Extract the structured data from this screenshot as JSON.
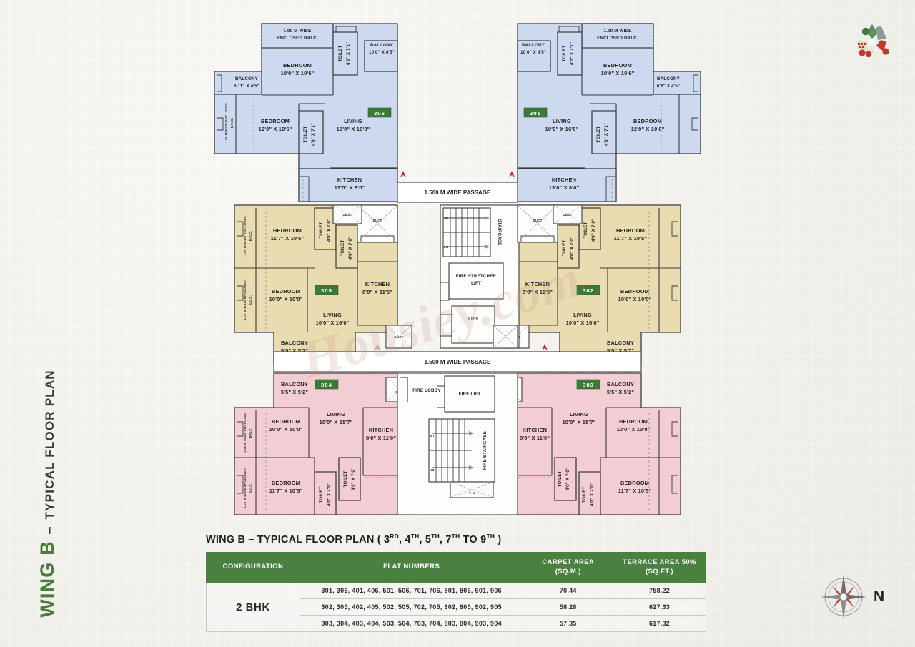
{
  "page": {
    "side_title_main": "WING B",
    "side_title_dash": "–",
    "side_title_sub": "TYPICAL FLOOR PLAN",
    "watermark": "Housiey.com",
    "compass_label": "N",
    "compass_name": "compass-rose"
  },
  "colors": {
    "green_accent": "#4a8040",
    "unit_blue": "#ccd9ef",
    "unit_beige": "#e8dcb0",
    "unit_pink": "#f2cdd4",
    "wall": "#3b3b3b",
    "paper": "#f2f1ec",
    "badge_green": "#3c7a36",
    "arrow_red": "#c22b2b"
  },
  "table": {
    "title": "WING B – TYPICAL FLOOR PLAN ( 3RD, 4TH, 5TH, 7TH TO 9TH )",
    "title_parts": {
      "lead": "WING B – TYPICAL FLOOR PLAN ( 3",
      "s1": "RD",
      "t1": ", 4",
      "s2": "TH",
      "t2": ", 5",
      "s3": "TH",
      "t3": ", 7",
      "s4": "TH",
      "t4": " TO 9",
      "s5": "TH",
      "tail": " )"
    },
    "headers": [
      "CONFIGURATION",
      "FLAT NUMBERS",
      "CARPET AREA (SQ.M.)",
      "TERRACE AREA 50% (SQ.FT.)"
    ],
    "header_lines": {
      "h0": "CONFIGURATION",
      "h1": "FLAT NUMBERS",
      "h2a": "CARPET AREA",
      "h2b": "(SQ.M.)",
      "h3a": "TERRACE AREA 50%",
      "h3b": "(SQ.FT.)"
    },
    "configuration": "2 BHK",
    "rows": [
      {
        "flats": "301, 306, 401, 406, 501, 506, 701, 706, 801, 806, 901, 906",
        "carpet": "70.44",
        "terrace": "758.22"
      },
      {
        "flats": "302, 305, 402, 405, 502, 505, 702, 705, 802, 805, 902, 905",
        "carpet": "58.28",
        "terrace": "627.33"
      },
      {
        "flats": "303, 304, 403, 404, 503, 504, 703, 704, 803, 804, 903, 904",
        "carpet": "57.35",
        "terrace": "617.32"
      }
    ]
  },
  "plan": {
    "passage_top": "1.500 M  WIDE PASSAGE",
    "passage_mid": "1.500 M  WIDE PASSAGE",
    "badges": [
      "306",
      "301",
      "305",
      "302",
      "304",
      "303"
    ],
    "units": {
      "u306": {
        "number": "306",
        "rooms": [
          {
            "name": "enclosed-balcony-top",
            "l1": "1.00 M WIDE",
            "l2": "ENCLOSED BALC."
          },
          {
            "name": "bedroom-top",
            "l1": "BEDROOM",
            "l2": "10'0\" X 10'6\""
          },
          {
            "name": "toilet-top",
            "l1": "TOILET",
            "l2": "4'0\" X 7'1\""
          },
          {
            "name": "balcony-top-right",
            "l1": "BALCONY",
            "l2": "10'0\" X 4'5\""
          },
          {
            "name": "balcony-left",
            "l1": "BALCONY",
            "l2": "6'11\" X 4'5\""
          },
          {
            "name": "enclosed-balcony-left",
            "l1": "1.00 M WIDE ENCLOSED",
            "l2": "BALC."
          },
          {
            "name": "bedroom-left",
            "l1": "BEDROOM",
            "l2": "12'0\" X 10'6\""
          },
          {
            "name": "toilet-left",
            "l1": "TOILET",
            "l2": "4'6\" X 7'1\""
          },
          {
            "name": "living",
            "l1": "LIVING",
            "l2": "10'0\" X 16'0\""
          },
          {
            "name": "kitchen",
            "l1": "KITCHEN",
            "l2": "13'0\" X 8'0\""
          }
        ]
      },
      "u301": {
        "number": "301",
        "rooms": [
          {
            "name": "balcony-top-left",
            "l1": "BALCONY",
            "l2": "10'0\" X 4'5\""
          },
          {
            "name": "toilet-top",
            "l1": "TOILET",
            "l2": "4'0\" X 7'1\""
          },
          {
            "name": "bedroom-top",
            "l1": "BEDROOM",
            "l2": "10'0\" X 10'6\""
          },
          {
            "name": "balcony-right",
            "l1": "BALCONY",
            "l2": "6'6\" X 4'5\""
          },
          {
            "name": "living",
            "l1": "LIVING",
            "l2": "10'0\" X 16'0\""
          },
          {
            "name": "toilet-mid",
            "l1": "TOILET",
            "l2": "4'6\" X 7'1\""
          },
          {
            "name": "bedroom-right",
            "l1": "BEDROOM",
            "l2": "12'0\" X 10'6\""
          },
          {
            "name": "kitchen",
            "l1": "KITCHEN",
            "l2": "13'0\" X 8'0\""
          }
        ]
      },
      "u305": {
        "number": "305",
        "rooms": [
          {
            "name": "enclosed-balcony-upper",
            "l1": "1.00 M WIDE ENCLOSED",
            "l2": "BALC."
          },
          {
            "name": "bedroom-upper",
            "l1": "BEDROOM",
            "l2": "11'7\" X 10'5\""
          },
          {
            "name": "toilet-a",
            "l1": "TOILET",
            "l2": "4'0\" X 7'0\""
          },
          {
            "name": "toilet-b",
            "l1": "TOILET",
            "l2": "4'0\" X 7'0\""
          },
          {
            "name": "enclosed-balcony-lower",
            "l1": "1.00 M WIDE ENCLOSED",
            "l2": "BALC."
          },
          {
            "name": "bedroom-lower",
            "l1": "BEDROOM",
            "l2": "10'0\" X 10'0\""
          },
          {
            "name": "kitchen",
            "l1": "KITCHEN",
            "l2": "8'0\" X 11'5\""
          },
          {
            "name": "living",
            "l1": "LIVING",
            "l2": "10'0\" X 16'0\""
          },
          {
            "name": "balcony",
            "l1": "BALCONY",
            "l2": "5'5\" X 5'7\""
          }
        ]
      },
      "u302": {
        "number": "302",
        "rooms": [
          {
            "name": "toilet-a",
            "l1": "TOILET",
            "l2": "4'0\" X 7'0\""
          },
          {
            "name": "toilet-b",
            "l1": "TOILET",
            "l2": "4'0\" X 7'0\""
          },
          {
            "name": "bedroom-upper",
            "l1": "BEDROOM",
            "l2": "11'7\" X 10'5\""
          },
          {
            "name": "kitchen",
            "l1": "KITCHEN",
            "l2": "8'0\" X 11'5\""
          },
          {
            "name": "bedroom-lower",
            "l1": "BEDROOM",
            "l2": "10'0\" X 10'0\""
          },
          {
            "name": "living",
            "l1": "LIVING",
            "l2": "10'0\" X 16'0\""
          },
          {
            "name": "balcony",
            "l1": "BALCONY",
            "l2": "5'5\" X 5'7\""
          }
        ]
      },
      "u304": {
        "number": "304",
        "rooms": [
          {
            "name": "balcony",
            "l1": "BALCONY",
            "l2": "5'5\" X 5'2\""
          },
          {
            "name": "enclosed-balcony-upper",
            "l1": "1.00 M WIDE ENCLOSED",
            "l2": "BALC."
          },
          {
            "name": "bedroom-upper",
            "l1": "BEDROOM",
            "l2": "10'0\" X 10'0\""
          },
          {
            "name": "living",
            "l1": "LIVING",
            "l2": "10'0\" X 15'7\""
          },
          {
            "name": "kitchen",
            "l1": "KITCHEN",
            "l2": "8'0\" X 11'0\""
          },
          {
            "name": "enclosed-balcony-lower",
            "l1": "1.00 M WIDE ENCLOSED",
            "l2": "BALC."
          },
          {
            "name": "bedroom-lower",
            "l1": "BEDROOM",
            "l2": "11'7\" X 10'5\""
          },
          {
            "name": "toilet-a",
            "l1": "TOILET",
            "l2": "4'0\" X 7'0\""
          },
          {
            "name": "toilet-b",
            "l1": "TOILET",
            "l2": "4'0\" X 7'0\""
          }
        ]
      },
      "u303": {
        "number": "303",
        "rooms": [
          {
            "name": "balcony",
            "l1": "BALCONY",
            "l2": "5'5\" X 5'2\""
          },
          {
            "name": "living",
            "l1": "LIVING",
            "l2": "10'0\" X 15'7\""
          },
          {
            "name": "bedroom-upper",
            "l1": "BEDROOM",
            "l2": "10'0\" X 10'0\""
          },
          {
            "name": "kitchen",
            "l1": "KITCHEN",
            "l2": "8'0\" X 11'0\""
          },
          {
            "name": "bedroom-lower",
            "l1": "BEDROOM",
            "l2": "11'7\" X 10'5\""
          },
          {
            "name": "toilet-a",
            "l1": "TOILET",
            "l2": "4'0\" X 7'0\""
          },
          {
            "name": "toilet-b",
            "l1": "TOILET",
            "l2": "4'0\" X 7'0\""
          }
        ]
      }
    },
    "core": {
      "staircase_top": "STAIRCASE",
      "up": "UP",
      "dn": "DN",
      "fire_stretcher_lift": "FIRE STRETCHER LIFT",
      "fire_stretcher_lift_l1": "FIRE STRETCHER",
      "fire_stretcher_lift_l2": "LIFT",
      "lift": "LIFT",
      "duct": "DUCT",
      "fire_duct_l1": "FIRE",
      "fire_duct_l2": "DUCT",
      "fire_lobby": "FIRE LOBBY",
      "fire_lift": "FIRE LIFT",
      "fire_staircase": "FIRE STAIRCASE",
      "pit": "P-4"
    }
  }
}
